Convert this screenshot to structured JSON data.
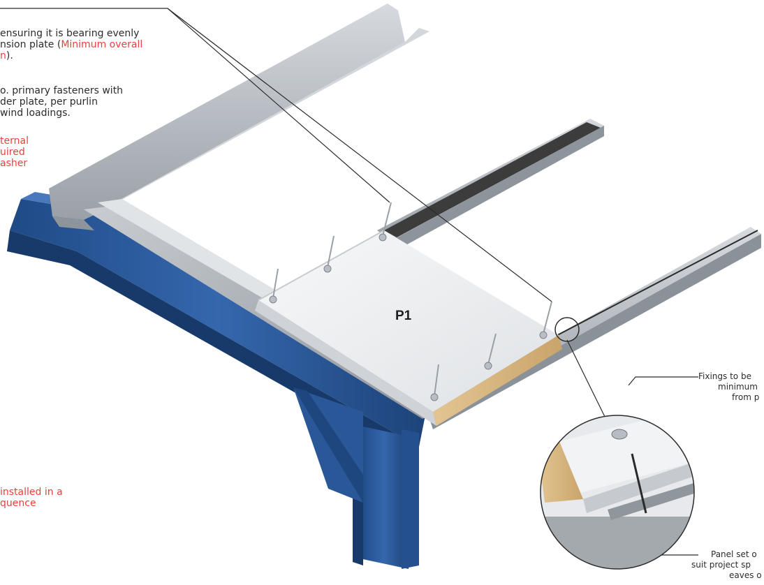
{
  "notes": {
    "bearing": {
      "line1": "ensuring it is bearing evenly",
      "line2_black": "nsion plate (",
      "line2_red": "Minimum overall",
      "line3_red": "n",
      "line3_black": ")."
    },
    "fasteners": {
      "line1": "o. primary fasteners with",
      "line2": "der plate, per purlin",
      "line3": "wind loadings."
    },
    "washer": {
      "line1": "ternal",
      "line2": "uired",
      "line3": "asher"
    },
    "sequence": {
      "line1": "installed in a",
      "line2": "quence"
    },
    "fixings": {
      "line1": "Fixings to be",
      "line2": "minimum",
      "line3": "from p"
    },
    "panel_set": {
      "line1": "Panel set o",
      "line2": "suit project sp",
      "line3": "eaves o"
    }
  },
  "panel_label": "P1",
  "colors": {
    "accent_red": "#e8413c",
    "steel_blue": "#2f5f9e",
    "galvanised": "#b9bec4",
    "panel_white": "#eef0f2",
    "panel_core": "#d9b77e",
    "strip_dark": "#3c3c3c"
  }
}
